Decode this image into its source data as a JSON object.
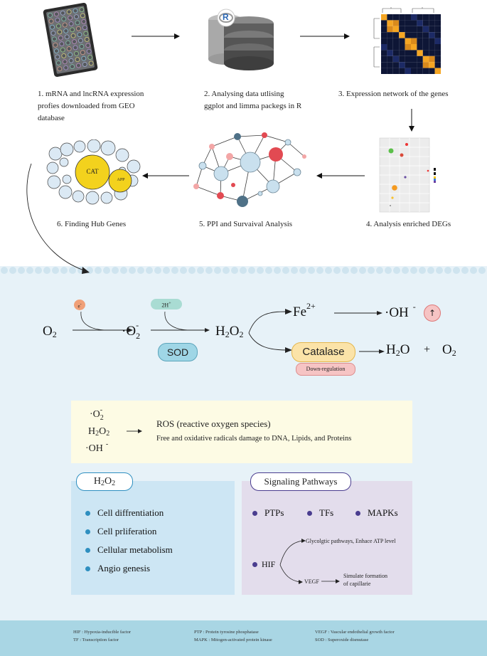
{
  "steps": {
    "s1": [
      "1. mRNA and lncRNA expression",
      "profies downloaded from GEO",
      "database"
    ],
    "s2": [
      "2. Analysing data utlising",
      "ggplot and limma packegs in R"
    ],
    "s3": "3. Expression network of the genes",
    "s4": "4. Analysis enriched DEGs",
    "s5": "5. PPI and Survaival Analysis",
    "s6": "6. Finding Hub Genes"
  },
  "hub_genes": {
    "cat": "CAT",
    "app": "APP"
  },
  "r_logo": "R",
  "reaction": {
    "o2_left": "O2",
    "electron": "e-",
    "superoxide": "·O2-",
    "two_h": "2H+",
    "sod": "SOD",
    "h2o2": "H2O2",
    "fe": "Fe2+",
    "oh": "·OH -",
    "catalase": "Catalase",
    "down_regulation": "Down-regulation",
    "h2o": "H2O",
    "plus": "+",
    "o2_right": "O2"
  },
  "ros": {
    "species": [
      "·O2-",
      "H2O2",
      "·OH -"
    ],
    "title": "ROS (reactive oxygen species)",
    "description": "Free and oxidative radicals damage to DNA, Lipids, and Proteins"
  },
  "h2o2_panel": {
    "title": "H2O2",
    "items": [
      "Cell diffrentiation",
      "Cell prliferation",
      "Cellular metabolism",
      "Angio genesis"
    ]
  },
  "signaling": {
    "title": "Signaling Pathways",
    "items": [
      "PTPs",
      "TFs",
      "MAPKs"
    ],
    "hif": "HIF",
    "glycolytic": "Glycolgtic pathways, Enhace ATP level",
    "vegf": "VEGF",
    "simulate": [
      "Simulate formation",
      "of capillarie"
    ]
  },
  "footer": {
    "hif": "HIF : Hypoxia-inducible factor",
    "tf": "TF : Transcription factor",
    "ptp": "PTP : Protein tyrosine phosphatase",
    "mapk": "MAPK : Mitogen-activated protein kinase",
    "vegf": "VEGF : Vascular endothelial growth factor",
    "sod": "SOD : Superoxide dismutase"
  },
  "colors": {
    "cell_bg": "#e7f2f8",
    "footer_bg": "#a9d6e4",
    "h2o2_panel": "#cde6f4",
    "signaling_panel": "#e3ddec",
    "ros_box": "#fdfbe4",
    "sod_pill": "#9fd6e6",
    "catalase_pill": "#fbe3a8",
    "down_reg_pill": "#f6c4c4",
    "hub_yellow": "#f3d21d",
    "ppi_red": "#e24a52",
    "ppi_dark": "#4f7187"
  }
}
